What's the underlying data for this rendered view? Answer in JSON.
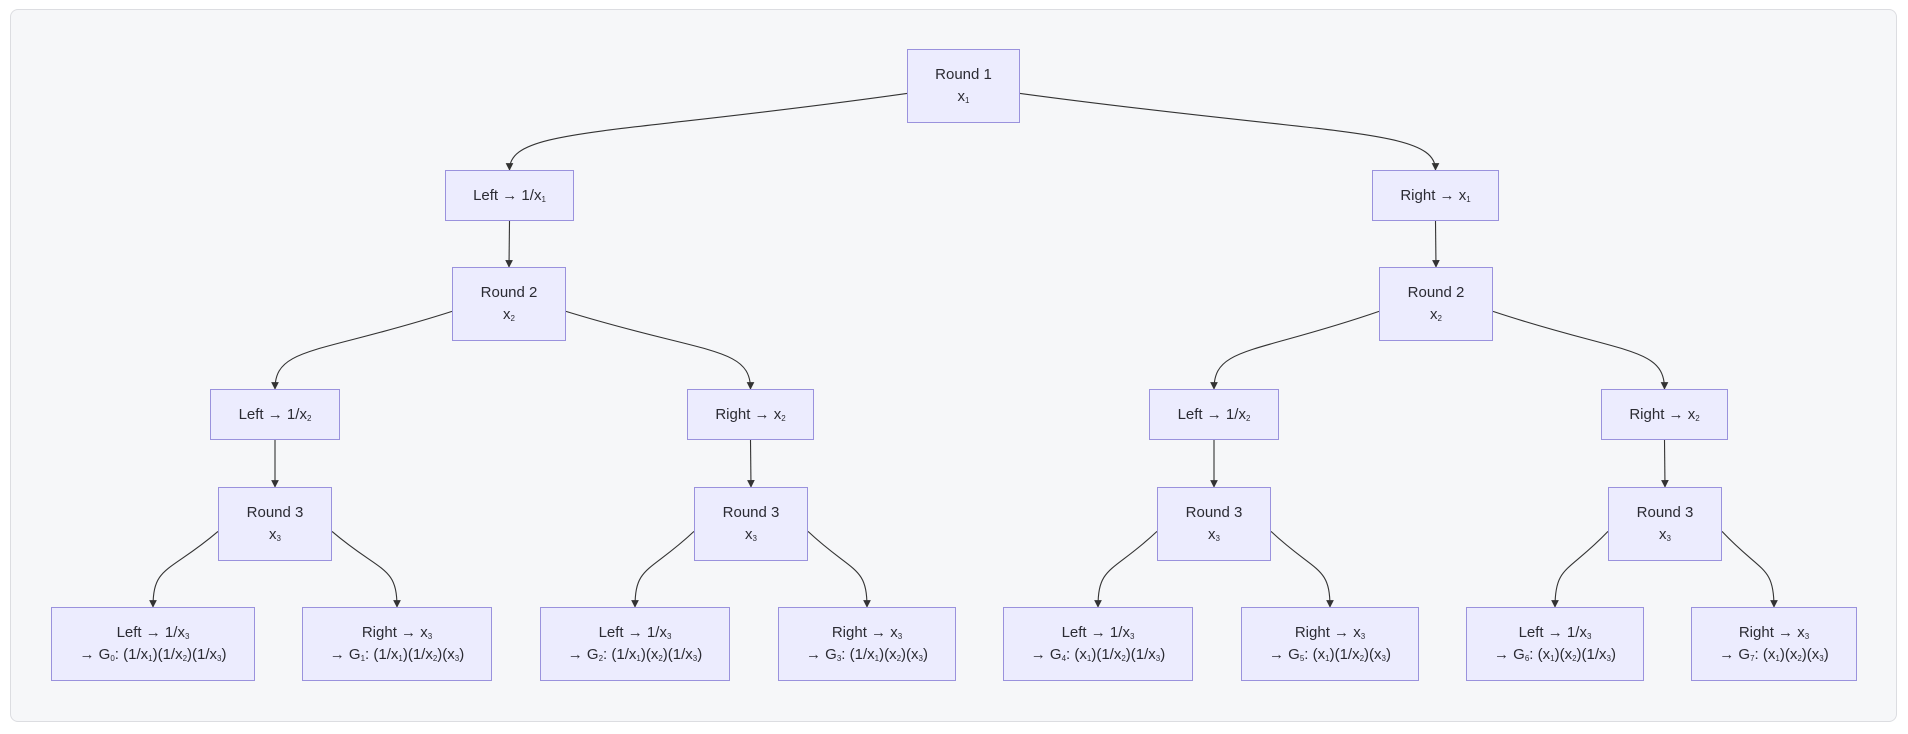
{
  "colors": {
    "background": "#f6f7f9",
    "node_fill": "#ececfe",
    "node_border": "#9a92dd",
    "edge": "#333333",
    "text": "#2b2b33"
  },
  "nodes": [
    {
      "id": "r1",
      "lines": [
        "Round 1",
        "x_1"
      ]
    },
    {
      "id": "l1",
      "lines": [
        "Left → 1/x_1"
      ]
    },
    {
      "id": "rt1",
      "lines": [
        "Right → x_1"
      ]
    },
    {
      "id": "r2a",
      "lines": [
        "Round 2",
        "x_2"
      ]
    },
    {
      "id": "r2b",
      "lines": [
        "Round 2",
        "x_2"
      ]
    },
    {
      "id": "l2a",
      "lines": [
        "Left → 1/x_2"
      ]
    },
    {
      "id": "rt2a",
      "lines": [
        "Right → x_2"
      ]
    },
    {
      "id": "l2b",
      "lines": [
        "Left → 1/x_2"
      ]
    },
    {
      "id": "rt2b",
      "lines": [
        "Right → x_2"
      ]
    },
    {
      "id": "r3a",
      "lines": [
        "Round 3",
        "x_3"
      ]
    },
    {
      "id": "r3b",
      "lines": [
        "Round 3",
        "x_3"
      ]
    },
    {
      "id": "r3c",
      "lines": [
        "Round 3",
        "x_3"
      ]
    },
    {
      "id": "r3d",
      "lines": [
        "Round 3",
        "x_3"
      ]
    },
    {
      "id": "g0",
      "lines": [
        "Left → 1/x_3",
        "→ G_0: (1/x_1)(1/x_2)(1/x_3)"
      ]
    },
    {
      "id": "g1",
      "lines": [
        "Right → x_3",
        "→ G_1: (1/x_1)(1/x_2)(x_3)"
      ]
    },
    {
      "id": "g2",
      "lines": [
        "Left → 1/x_3",
        "→ G_2: (1/x_1)(x_2)(1/x_3)"
      ]
    },
    {
      "id": "g3",
      "lines": [
        "Right → x_3",
        "→ G_3: (1/x_1)(x_2)(x_3)"
      ]
    },
    {
      "id": "g4",
      "lines": [
        "Left → 1/x_3",
        "→ G_4: (x_1)(1/x_2)(1/x_3)"
      ]
    },
    {
      "id": "g5",
      "lines": [
        "Right → x_3",
        "→ G_5: (x_1)(1/x_2)(x_3)"
      ]
    },
    {
      "id": "g6",
      "lines": [
        "Left → 1/x_3",
        "→ G_6: (x_1)(x_2)(1/x_3)"
      ]
    },
    {
      "id": "g7",
      "lines": [
        "Right → x_3",
        "→ G_7: (x_1)(x_2)(x_3)"
      ]
    }
  ],
  "edges": [
    [
      "r1",
      "l1"
    ],
    [
      "r1",
      "rt1"
    ],
    [
      "l1",
      "r2a"
    ],
    [
      "rt1",
      "r2b"
    ],
    [
      "r2a",
      "l2a"
    ],
    [
      "r2a",
      "rt2a"
    ],
    [
      "r2b",
      "l2b"
    ],
    [
      "r2b",
      "rt2b"
    ],
    [
      "l2a",
      "r3a"
    ],
    [
      "rt2a",
      "r3b"
    ],
    [
      "l2b",
      "r3c"
    ],
    [
      "rt2b",
      "r3d"
    ],
    [
      "r3a",
      "g0"
    ],
    [
      "r3a",
      "g1"
    ],
    [
      "r3b",
      "g2"
    ],
    [
      "r3b",
      "g3"
    ],
    [
      "r3c",
      "g4"
    ],
    [
      "r3c",
      "g5"
    ],
    [
      "r3d",
      "g6"
    ],
    [
      "r3d",
      "g7"
    ]
  ]
}
